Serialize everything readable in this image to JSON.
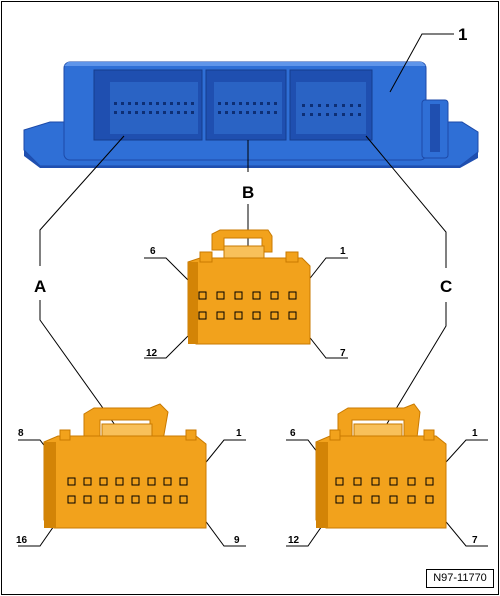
{
  "colors": {
    "housing_blue": "#2f6fd6",
    "housing_dark": "#1f4fb0",
    "housing_light": "#5f95ea",
    "connector_orange": "#f2a21c",
    "connector_dark": "#d38406",
    "connector_light": "#f8c05a",
    "line": "#000000"
  },
  "labels": {
    "component": "1",
    "connector_a": "A",
    "connector_b": "B",
    "connector_c": "C"
  },
  "connectors": {
    "a": {
      "pin_first": "1",
      "pin_row1_last": "8",
      "pin_row2_first": "9",
      "pin_last": "16",
      "pins_per_row": 8
    },
    "b": {
      "pin_first": "1",
      "pin_row1_last": "6",
      "pin_row2_first": "7",
      "pin_last": "12",
      "pins_per_row": 6
    },
    "c": {
      "pin_first": "1",
      "pin_row1_last": "6",
      "pin_row2_first": "7",
      "pin_last": "12",
      "pins_per_row": 6
    }
  },
  "reference_code": "N97-11770"
}
